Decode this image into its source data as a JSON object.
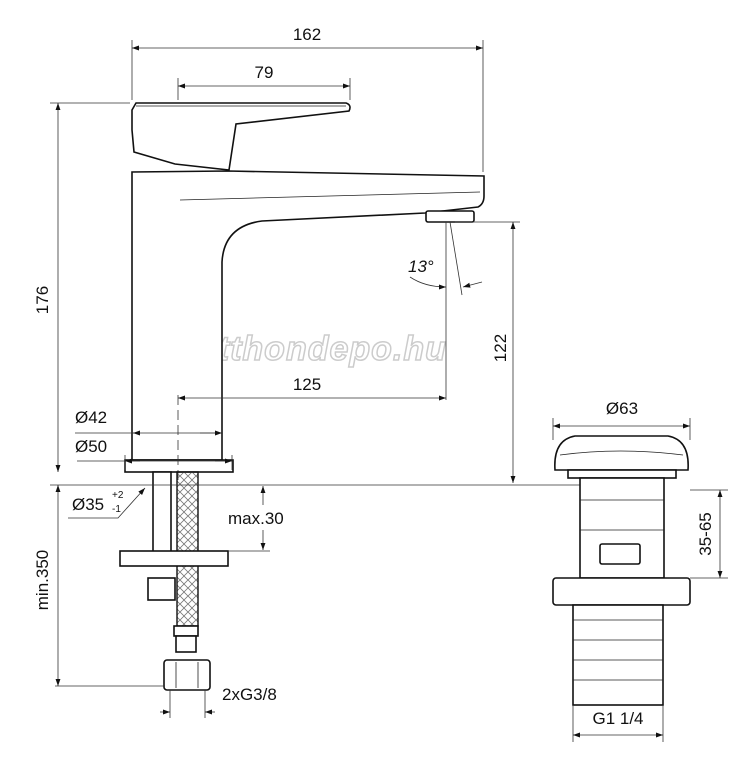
{
  "watermark": "otthondepo.hu",
  "faucet": {
    "dims": {
      "width_total": "162",
      "handle_length": "79",
      "height_total": "176",
      "spout_height": "122",
      "spout_reach": "125",
      "body_diameter": "Ø42",
      "base_diameter": "Ø50",
      "hole_diameter": "Ø35",
      "hole_tol_plus": "+2",
      "hole_tol_minus": "-1",
      "deck_thickness": "max.30",
      "hose_length": "min.350",
      "connection": "2xG3/8",
      "spout_angle": "13°"
    }
  },
  "waste": {
    "dims": {
      "cap_diameter": "Ø63",
      "height_range": "35-65",
      "thread": "G1 1/4"
    }
  }
}
